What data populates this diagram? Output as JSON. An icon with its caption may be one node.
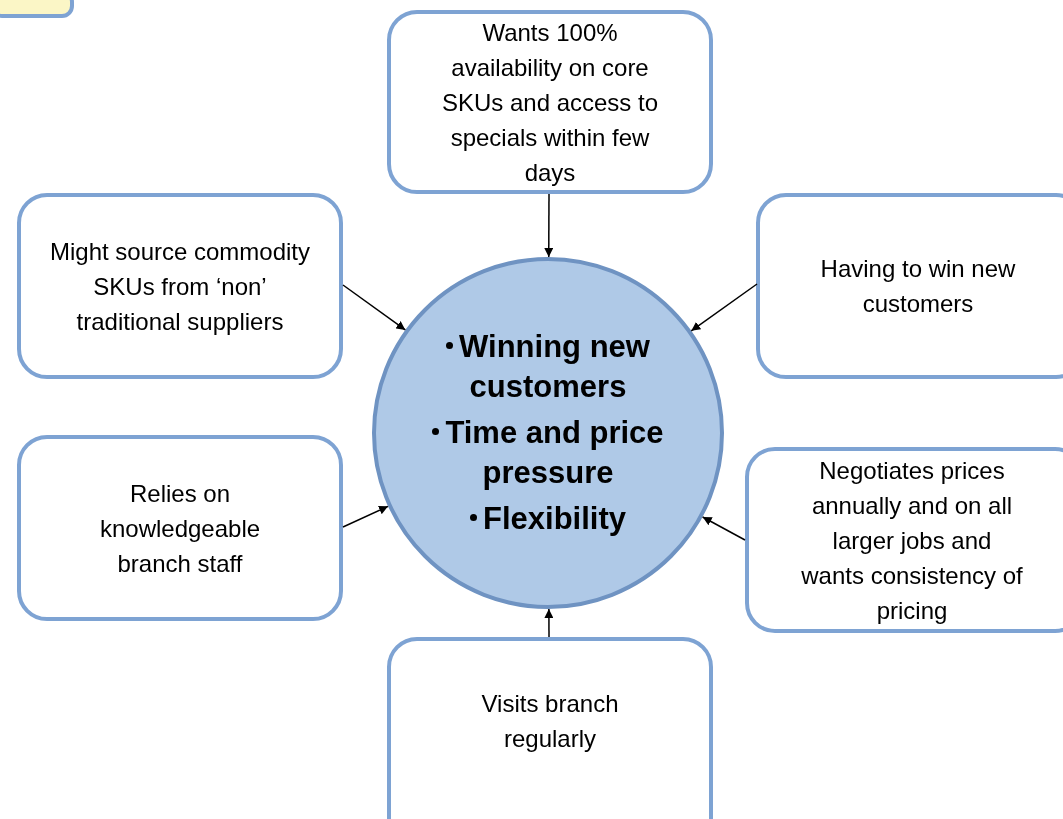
{
  "diagram": {
    "nodes": [
      {
        "text": [],
        "shape": "box"
      },
      {
        "text": [
          "Wants 100% availability on core SKUs and access to specials within few days"
        ]
      },
      {
        "text": [
          "Might source commodity SKUs from ‘non’ traditional suppliers"
        ]
      },
      {
        "text": [
          "Winning new customers",
          "Time and price pressure",
          "Flexibility"
        ]
      },
      {
        "text": [
          "Having to win new customers"
        ]
      },
      {
        "text": [
          "Relies on knowledgeable branch staff"
        ]
      },
      {
        "text": [
          "Negotiates prices annually and on all larger jobs and wants consistency of pricing"
        ]
      },
      {
        "text": [
          "Visits branch regularly"
        ]
      }
    ],
    "edges": [
      {
        "from": 1,
        "to": 3,
        "arrow": "to"
      },
      {
        "from": 2,
        "to": 3,
        "arrow": "to"
      },
      {
        "from": 4,
        "to": 3,
        "arrow": "to"
      },
      {
        "from": 5,
        "to": 3,
        "arrow": "to"
      },
      {
        "from": 6,
        "to": 3,
        "arrow": "to"
      },
      {
        "from": 7,
        "to": 3,
        "arrow": "to"
      }
    ]
  }
}
